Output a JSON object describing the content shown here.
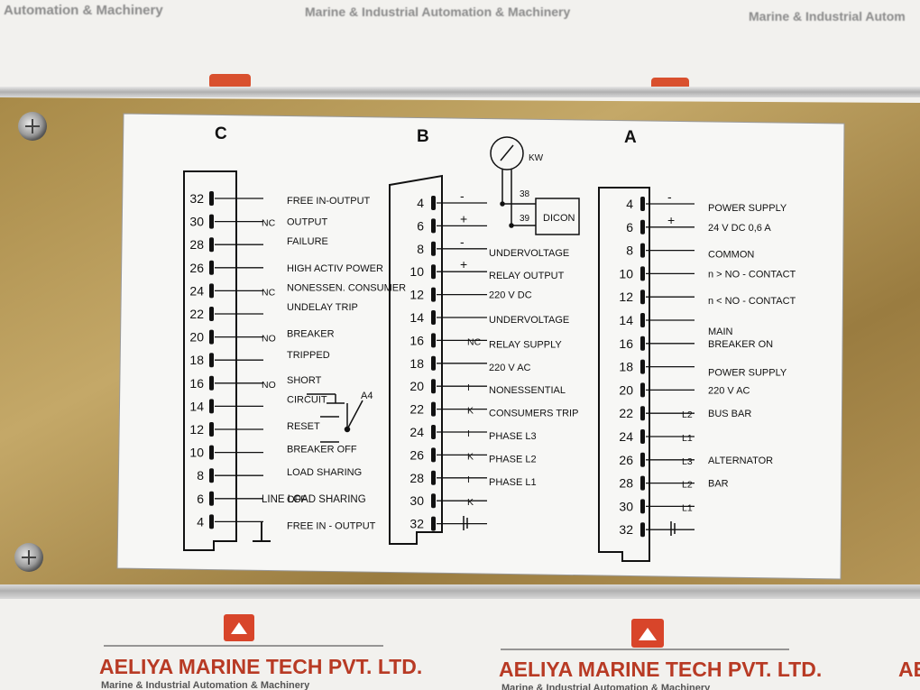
{
  "background": {
    "top_left_text": "Automation & Machinery",
    "top_center_text": "Marine & Industrial Automation & Machinery",
    "top_right_text": "Marine & Industrial Autom",
    "footer_company": "AELIYA MARINE TECH PVT. LTD.",
    "footer_tagline": "Marine & Industrial Automation & Machinery",
    "footer_partial": "AE"
  },
  "plate": {
    "connectors": [
      {
        "header": "C",
        "pins": [
          {
            "num": "32",
            "text": "FREE IN-OUTPUT"
          },
          {
            "num": "30",
            "text": "OUTPUT",
            "tag": "NC"
          },
          {
            "num": "28",
            "text": "FAILURE"
          },
          {
            "num": "26",
            "text": "HIGH ACTIV POWER"
          },
          {
            "num": "24",
            "text": "NONESSEN. CONSUMER",
            "tag": "NC"
          },
          {
            "num": "22",
            "text": "UNDELAY TRIP"
          },
          {
            "num": "20",
            "text": "BREAKER",
            "tag": "NO"
          },
          {
            "num": "18",
            "text": "TRIPPED"
          },
          {
            "num": "16",
            "text": "SHORT",
            "tag": "NO"
          },
          {
            "num": "14",
            "text": "CIRCUIT"
          },
          {
            "num": "12",
            "text": "RESET"
          },
          {
            "num": "10",
            "text": "BREAKER OFF"
          },
          {
            "num": "8",
            "text": "LOAD SHARING"
          },
          {
            "num": "6",
            "text": "OFF"
          },
          {
            "num": "4",
            "text": "FREE IN - OUTPUT"
          }
        ],
        "extra": {
          "line_load_sharing": "LINE LOAD SHARING",
          "switch_tag": "A4"
        }
      },
      {
        "header": "B",
        "pins": [
          {
            "num": "4",
            "sign": "-"
          },
          {
            "num": "6",
            "sign": "+"
          },
          {
            "num": "8",
            "sign": "-",
            "text": "UNDERVOLTAGE"
          },
          {
            "num": "10",
            "sign": "+",
            "text": "RELAY OUTPUT"
          },
          {
            "num": "12",
            "text": "220 V DC"
          },
          {
            "num": "14",
            "text": "UNDERVOLTAGE"
          },
          {
            "num": "16",
            "tag": "NC",
            "text": "RELAY SUPPLY"
          },
          {
            "num": "18",
            "text": "220 V AC"
          },
          {
            "num": "20",
            "tag": "I",
            "text": "NONESSENTIAL"
          },
          {
            "num": "22",
            "tag": "K",
            "text": "CONSUMERS TRIP"
          },
          {
            "num": "24",
            "tag": "I",
            "text": "PHASE L3"
          },
          {
            "num": "26",
            "tag": "K",
            "text": "PHASE L2"
          },
          {
            "num": "28",
            "tag": "I",
            "text": "PHASE L1"
          },
          {
            "num": "30",
            "tag": "K"
          },
          {
            "num": "32"
          }
        ],
        "extra": {
          "meter_label": "KW",
          "dicon": "DICON",
          "term38": "38",
          "term39": "39"
        }
      },
      {
        "header": "A",
        "pins": [
          {
            "num": "4",
            "sign": "-",
            "text": "POWER SUPPLY"
          },
          {
            "num": "6",
            "sign": "+",
            "text": "24 V DC 0,6 A"
          },
          {
            "num": "8",
            "text": "COMMON"
          },
          {
            "num": "10",
            "text": "n > NO - CONTACT"
          },
          {
            "num": "12",
            "text": "n < NO - CONTACT"
          },
          {
            "num": "14",
            "text": "MAIN"
          },
          {
            "num": "16",
            "text": "BREAKER ON"
          },
          {
            "num": "18",
            "text": "POWER SUPPLY"
          },
          {
            "num": "20",
            "text": "220 V AC"
          },
          {
            "num": "22",
            "tag": "L2",
            "text": "BUS BAR"
          },
          {
            "num": "24",
            "tag": "L1"
          },
          {
            "num": "26",
            "tag": "L3",
            "text": "ALTERNATOR"
          },
          {
            "num": "28",
            "tag": "L2",
            "text": "BAR"
          },
          {
            "num": "30",
            "tag": "L1"
          },
          {
            "num": "32"
          }
        ]
      }
    ]
  }
}
